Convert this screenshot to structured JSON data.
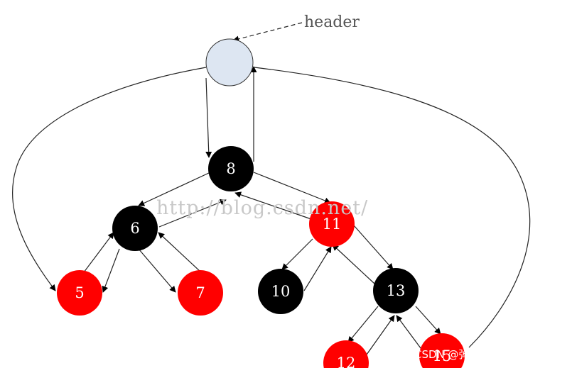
{
  "header": {
    "label": "header"
  },
  "watermark": "http://blog.csdn.net/",
  "credit": "CSDN @弹瀛洲的海客",
  "colors": {
    "red": "#ff0000",
    "black": "#000000",
    "header_fill": "#dde6f2"
  },
  "nodes": [
    {
      "id": "8",
      "label": "8",
      "color": "black"
    },
    {
      "id": "6",
      "label": "6",
      "color": "black"
    },
    {
      "id": "11",
      "label": "11",
      "color": "red"
    },
    {
      "id": "5",
      "label": "5",
      "color": "red"
    },
    {
      "id": "7",
      "label": "7",
      "color": "red"
    },
    {
      "id": "10",
      "label": "10",
      "color": "black"
    },
    {
      "id": "13",
      "label": "13",
      "color": "black"
    },
    {
      "id": "12",
      "label": "12",
      "color": "red"
    },
    {
      "id": "15",
      "label": "15",
      "color": "red"
    }
  ]
}
